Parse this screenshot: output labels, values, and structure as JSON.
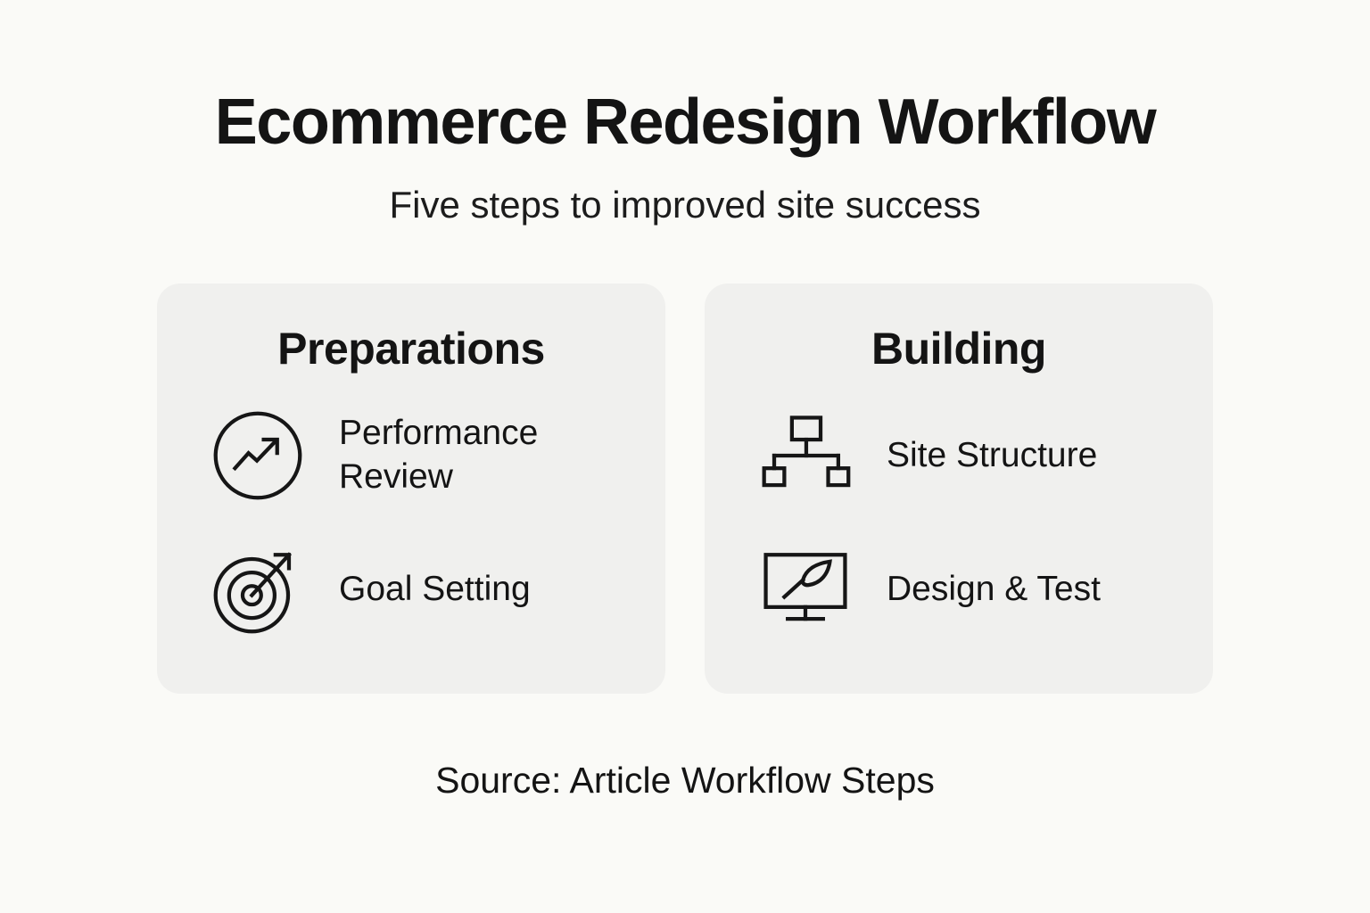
{
  "page": {
    "title": "Ecommerce Redesign Workflow",
    "subtitle": "Five steps to improved site success",
    "source": "Source: Article Workflow Steps"
  },
  "colors": {
    "background": "#fafaf7",
    "card_background": "#f0f0ee",
    "text": "#141414"
  },
  "cards": [
    {
      "title": "Preparations",
      "items": [
        {
          "icon": "trend-chart-icon",
          "label": "Performance Review"
        },
        {
          "icon": "target-arrow-icon",
          "label": "Goal Setting"
        }
      ]
    },
    {
      "title": "Building",
      "items": [
        {
          "icon": "sitemap-icon",
          "label": "Site Structure"
        },
        {
          "icon": "monitor-pen-icon",
          "label": "Design & Test"
        }
      ]
    }
  ]
}
